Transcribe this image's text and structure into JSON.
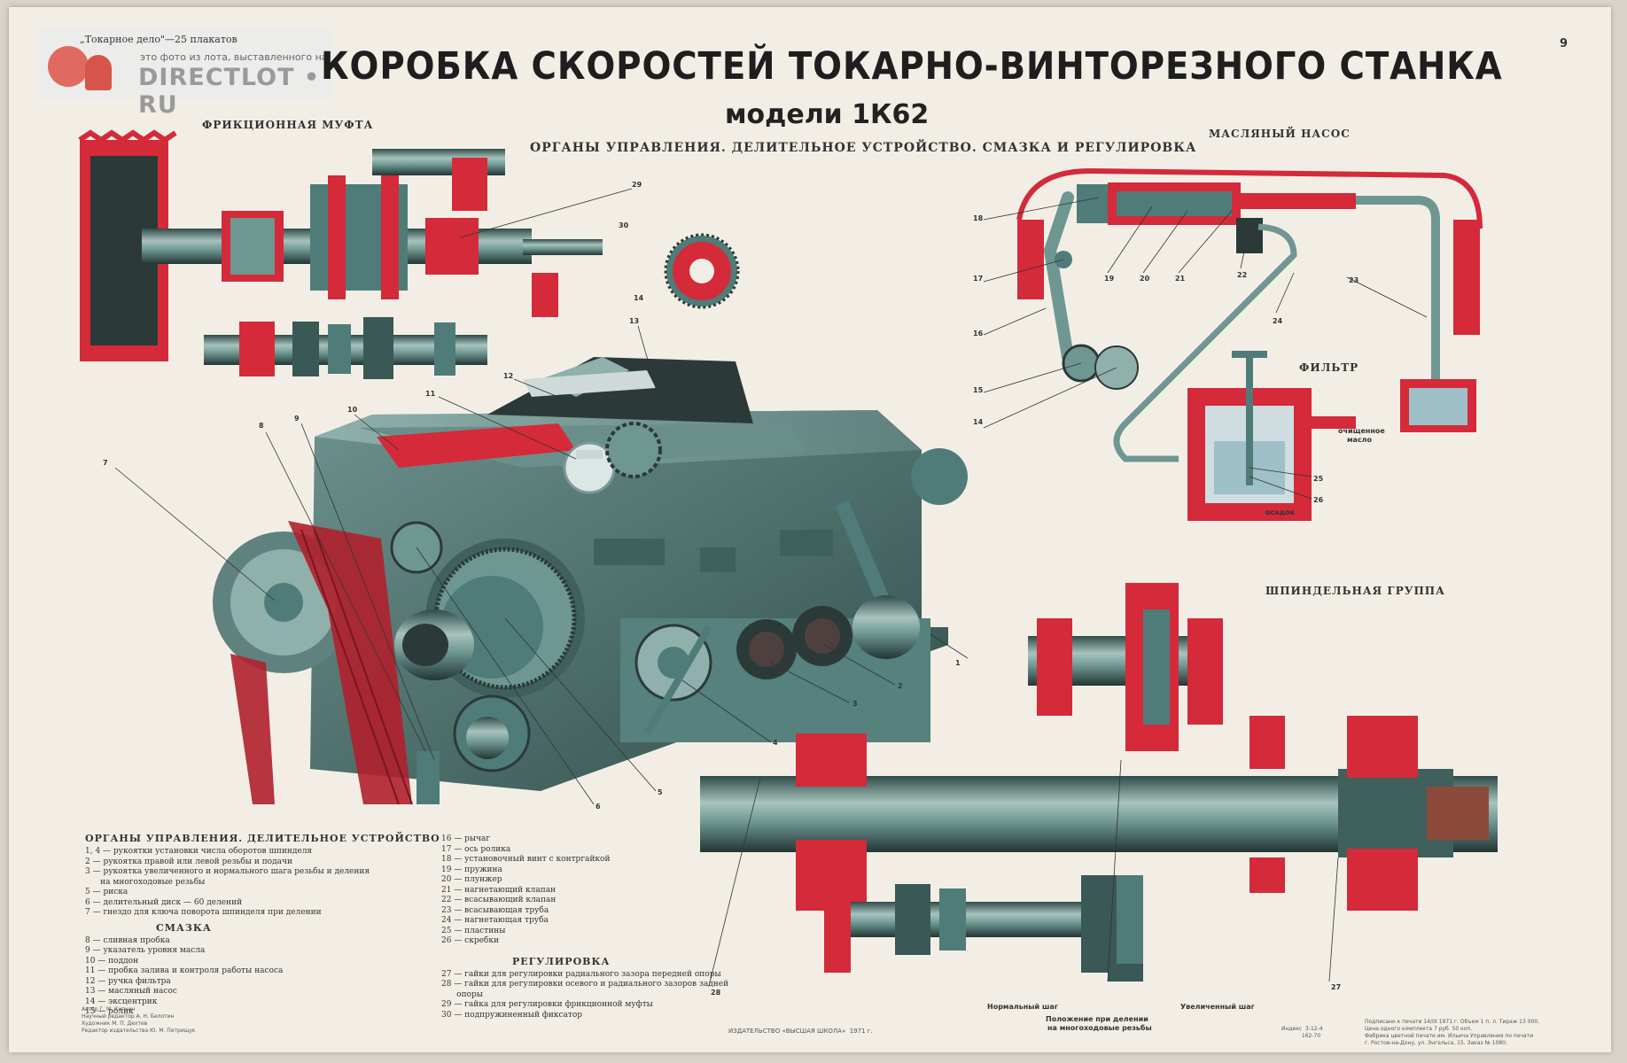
{
  "poster": {
    "series_tag": "„Токарное дело\"—25 плакатов",
    "page_number": "9",
    "title": "КОРОБКА СКОРОСТЕЙ ТОКАРНО-ВИНТОРЕЗНОГО СТАНКА",
    "subtitle": "модели 1К62",
    "subheading": "ОРГАНЫ УПРАВЛЕНИЯ. ДЕЛИТЕЛЬНОЕ УСТРОЙСТВО. СМАЗКА И РЕГУЛИРОВКА"
  },
  "watermark": {
    "note": "это фото из лота, выставленного на",
    "brand": "DIRECTLOT • RU"
  },
  "sections": {
    "clutch": "ФРИКЦИОННАЯ МУФТА",
    "oil_pump": "МАСЛЯНЫЙ НАСОС",
    "filter": "ФИЛЬТР",
    "spindle": "ШПИНДЕЛЬНАЯ ГРУППА"
  },
  "labels": {
    "clean_oil_1": "очищенное",
    "clean_oil_2": "масло",
    "sediment": "осадок",
    "normal_step": "Нормальный шаг",
    "increased_step": "Увеличенный шаг",
    "division_1": "Положение при делении",
    "division_2": "на многоходовые резьбы"
  },
  "callouts": [
    "1",
    "2",
    "3",
    "4",
    "5",
    "6",
    "7",
    "8",
    "9",
    "10",
    "11",
    "12",
    "13",
    "14",
    "15",
    "16",
    "17",
    "18",
    "19",
    "20",
    "21",
    "22",
    "23",
    "24",
    "25",
    "26",
    "27",
    "28",
    "29",
    "30",
    "14"
  ],
  "legend": {
    "controls_title": "ОРГАНЫ УПРАВЛЕНИЯ. ДЕЛИТЕЛЬНОЕ УСТРОЙСТВО",
    "controls": [
      "1, 4 — рукоятки установки числа оборотов шпинделя",
      "2 — рукоятка правой или левой резьбы и подачи",
      "3 — рукоятка увеличенного и нормального шага резьбы и деления",
      "      на многоходовые резьбы",
      "5 — риска",
      "6 — делительный диск — 60 делений",
      "7 — гнездо для ключа поворота шпинделя при делении"
    ],
    "lubrication_title": "СМАЗКА",
    "lubrication": [
      "8 — сливная пробка",
      "9 — указатель уровня масла",
      "10 — поддон",
      "11 — пробка залива и контроля работы насоса",
      "12 — ручка фильтра",
      "13 — масляный насос",
      "14 — эксцентрик",
      "15 — ролик"
    ],
    "col2": [
      "16 — рычаг",
      "17 — ось ролика",
      "18 — установочный винт с контргайкой",
      "19 — пружина",
      "20 — плунжер",
      "21 — нагнетающий клапан",
      "22 — всасывающий клапан",
      "23 — всасывающая труба",
      "24 — нагнетающая труба",
      "25 — пластины",
      "26 — скребки"
    ],
    "regulation_title": "РЕГУЛИРОВКА",
    "regulation": [
      "27 — гайки для регулировки радиального зазора передней опоры",
      "28 — гайки для регулировки осевого и радиального зазоров задней",
      "      опоры",
      "29 — гайка для регулировки фрикционной муфты",
      "30 — подпружиненный фиксатор"
    ]
  },
  "footer": {
    "credits": "Автор Г. М. Кипкин\nНаучный редактор А. Н. Белотин\nХудожник М. П. Дехтев\nРедактор издательства Ю. М. Петрищук",
    "publisher": "ИЗДАТЕЛЬСТВО «ВЫСШАЯ ШКОЛА»  1971 г.",
    "index": "Индекс  3-12-4\n            162-70",
    "print_info": "Подписано к печати 14/IX 1971 г. Объем 1 п. л. Тираж 13 000.\nЦена одного комплекта 7 руб. 50 коп.\nФабрика цветной печати им. Ильича Управления по печати\nг. Ростов-на-Дону, ул. Энгельса, 15. Заказ № 1080."
  },
  "colors": {
    "paper": "#f2eee6",
    "red": "#d42a3a",
    "steel": "#4f7c78",
    "steel_light": "#a8c3be",
    "dark": "#2b3a38"
  }
}
